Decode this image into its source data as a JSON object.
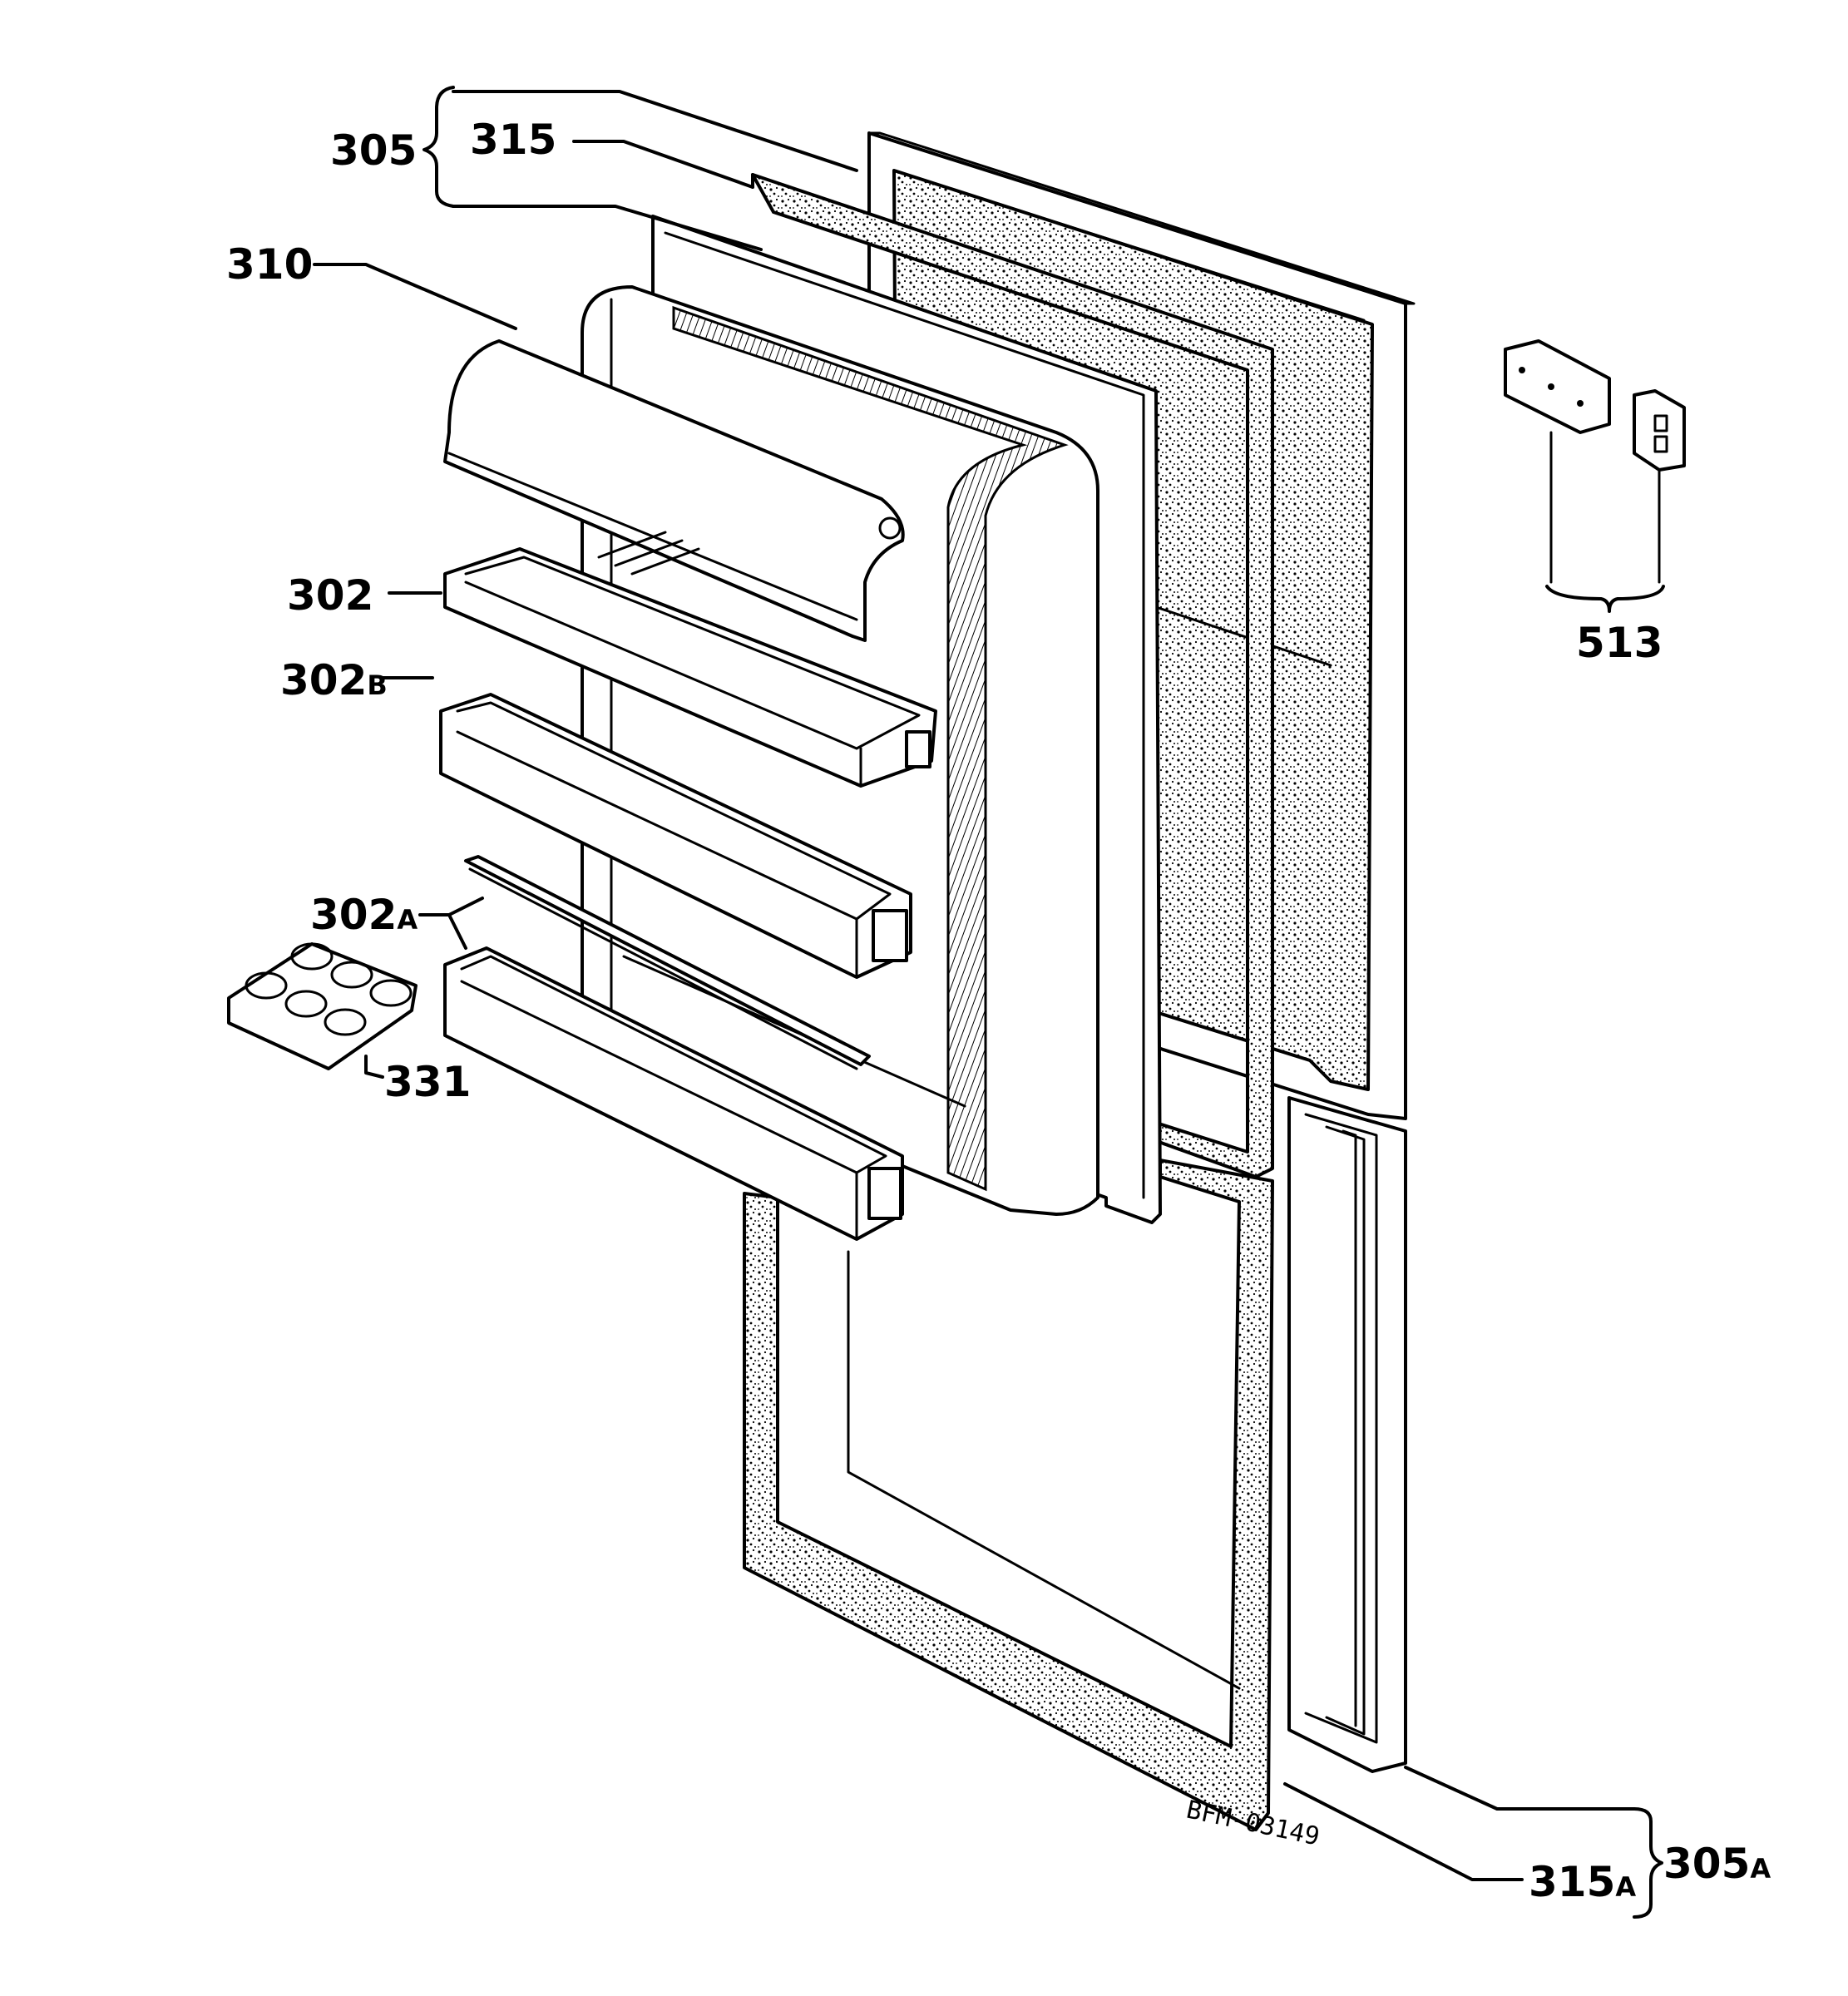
{
  "labels": {
    "l305": "305",
    "l315": "315",
    "l310": "310",
    "l302": "302",
    "l302b_num": "302",
    "l302b_suffix": "B",
    "l302a_num": "302",
    "l302a_suffix": "A",
    "l331": "331",
    "l513": "513",
    "l305a_num": "305",
    "l305a_suffix": "A",
    "l315a_num": "315",
    "l315a_suffix": "A"
  },
  "drawing_code": "BFM-03149"
}
